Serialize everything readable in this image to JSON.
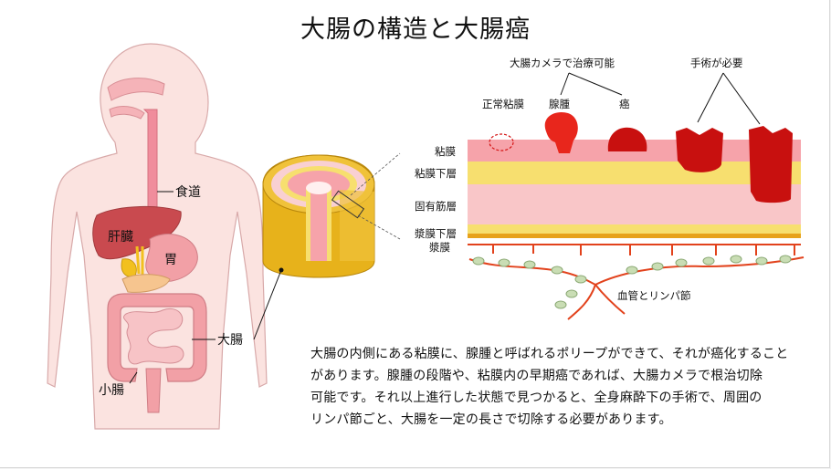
{
  "title": "大腸の構造と大腸癌",
  "organs": {
    "esophagus": "食道",
    "liver": "肝臓",
    "stomach": "胃",
    "large_intestine": "大腸",
    "small_intestine": "小腸"
  },
  "layers": {
    "mucosa": "粘膜",
    "submucosa": "粘膜下層",
    "muscularis": "固有筋層",
    "subserosa": "漿膜下層",
    "serosa": "漿膜"
  },
  "lesions": {
    "group_endoscopy": "大腸カメラで治療可能",
    "group_surgery": "手術が必要",
    "normal": "正常粘膜",
    "adenoma": "腺腫",
    "cancer": "癌"
  },
  "vessels": "血管とリンパ節",
  "description": [
    "大腸の内側にある粘膜に、腺腫と呼ばれるポリープができて、それが癌化すること",
    "があります。腺腫の段階や、粘膜内の早期癌であれば、大腸カメラで根治切除",
    "可能です。それ以上進行した状態で見つかると、全身麻酔下の手術で、周囲の",
    "リンパ節ごと、大腸を一定の長さで切除する必要があります。"
  ],
  "colors": {
    "skin": "#fbe3e0",
    "mucosa": "#f6a3aa",
    "submucosa": "#f7df6f",
    "muscularis": "#f9c6c8",
    "serosa": "#f0b43a",
    "tumor": "#d31212",
    "vessel": "#e2421c",
    "node": "#c9ddb4"
  }
}
